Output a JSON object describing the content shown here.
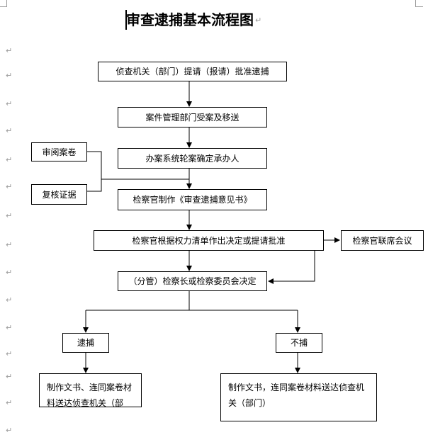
{
  "title": "审查逮捕基本流程图",
  "paragraph_mark": "↵",
  "boxes": {
    "b1": "侦查机关（部门）提请（报请）批准逮捕",
    "b2": "案件管理部门受案及移送",
    "b3": "办案系统轮案确定承办人",
    "b4": "检察官制作《审查逮捕意见书》",
    "b5": "检察官根据权力清单作出决定或提请批准",
    "b6": "（分管）检察长或检察委员会决定",
    "side1": "审阅案卷",
    "side2": "复核证据",
    "side3": "检察官联席会议",
    "arrest": "逮捕",
    "noarrest": "不捕",
    "out1": "制作文书、连同案卷材料送达侦查机关（部",
    "out2": "制作文书，连同案卷材料送达侦查机关（部门）"
  }
}
